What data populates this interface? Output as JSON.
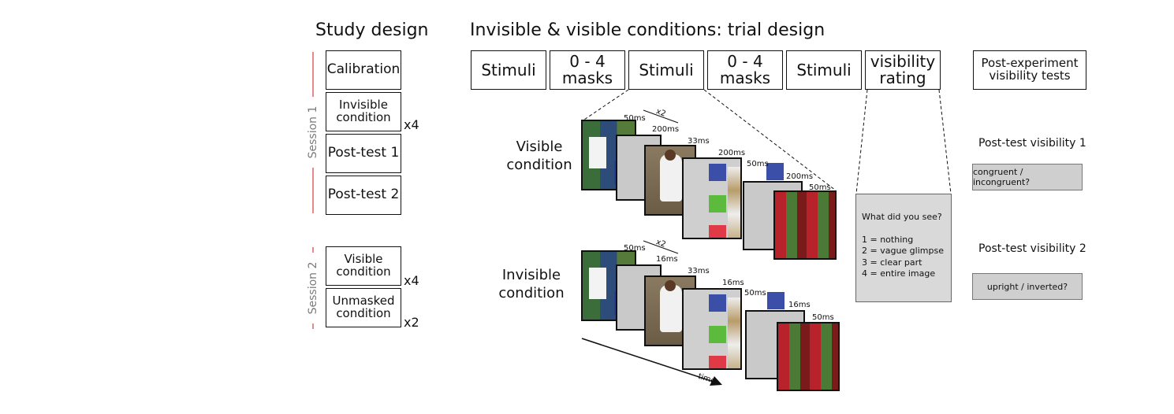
{
  "study_design": {
    "title": "Study design",
    "session1_label": "Session 1",
    "session2_label": "Session 2",
    "boxes": {
      "calibration": "Calibration",
      "invisible": "Invisible\ncondition",
      "posttest1": "Post-test 1",
      "posttest2": "Post-test 2",
      "visible": "Visible\ncondition",
      "unmasked": "Unmasked\ncondition"
    },
    "multipliers": {
      "invisible": "x4",
      "visible": "x4",
      "unmasked": "x2"
    }
  },
  "trial_design": {
    "title": "Invisible & visible conditions: trial design",
    "sequence": [
      "Stimuli",
      "0 - 4\nmasks",
      "Stimuli",
      "0 - 4\nmasks",
      "Stimuli",
      "visibility\nrating"
    ],
    "post_experiment": "Post-experiment\nvisibility tests"
  },
  "visible_condition": {
    "label": "Visible\ncondition",
    "timings": [
      "50ms",
      "x2",
      "200ms",
      "33ms",
      "200ms",
      "50ms",
      "200ms",
      "50ms"
    ]
  },
  "invisible_condition": {
    "label": "Invisible\ncondition",
    "timings": [
      "50ms",
      "x2",
      "16ms",
      "33ms",
      "16ms",
      "50ms",
      "16ms",
      "50ms"
    ]
  },
  "time_label": "time",
  "rating_panel": {
    "question": "What did you see?",
    "options": [
      "1 = nothing",
      "2 = vague glimpse",
      "3 = clear part",
      "4 = entire image"
    ]
  },
  "post_tests": {
    "test1_title": "Post-test visibility 1",
    "test1_prompt": "congruent / incongruent?",
    "test2_title": "Post-test visibility 2",
    "test2_prompt": "upright / inverted?"
  },
  "colors": {
    "session_line": "#e58a8a",
    "mask_blue": "#3b4fa8",
    "mask_green": "#5cba3c",
    "mask_red": "#e03a47",
    "gray_panel": "#d9d9d9"
  }
}
